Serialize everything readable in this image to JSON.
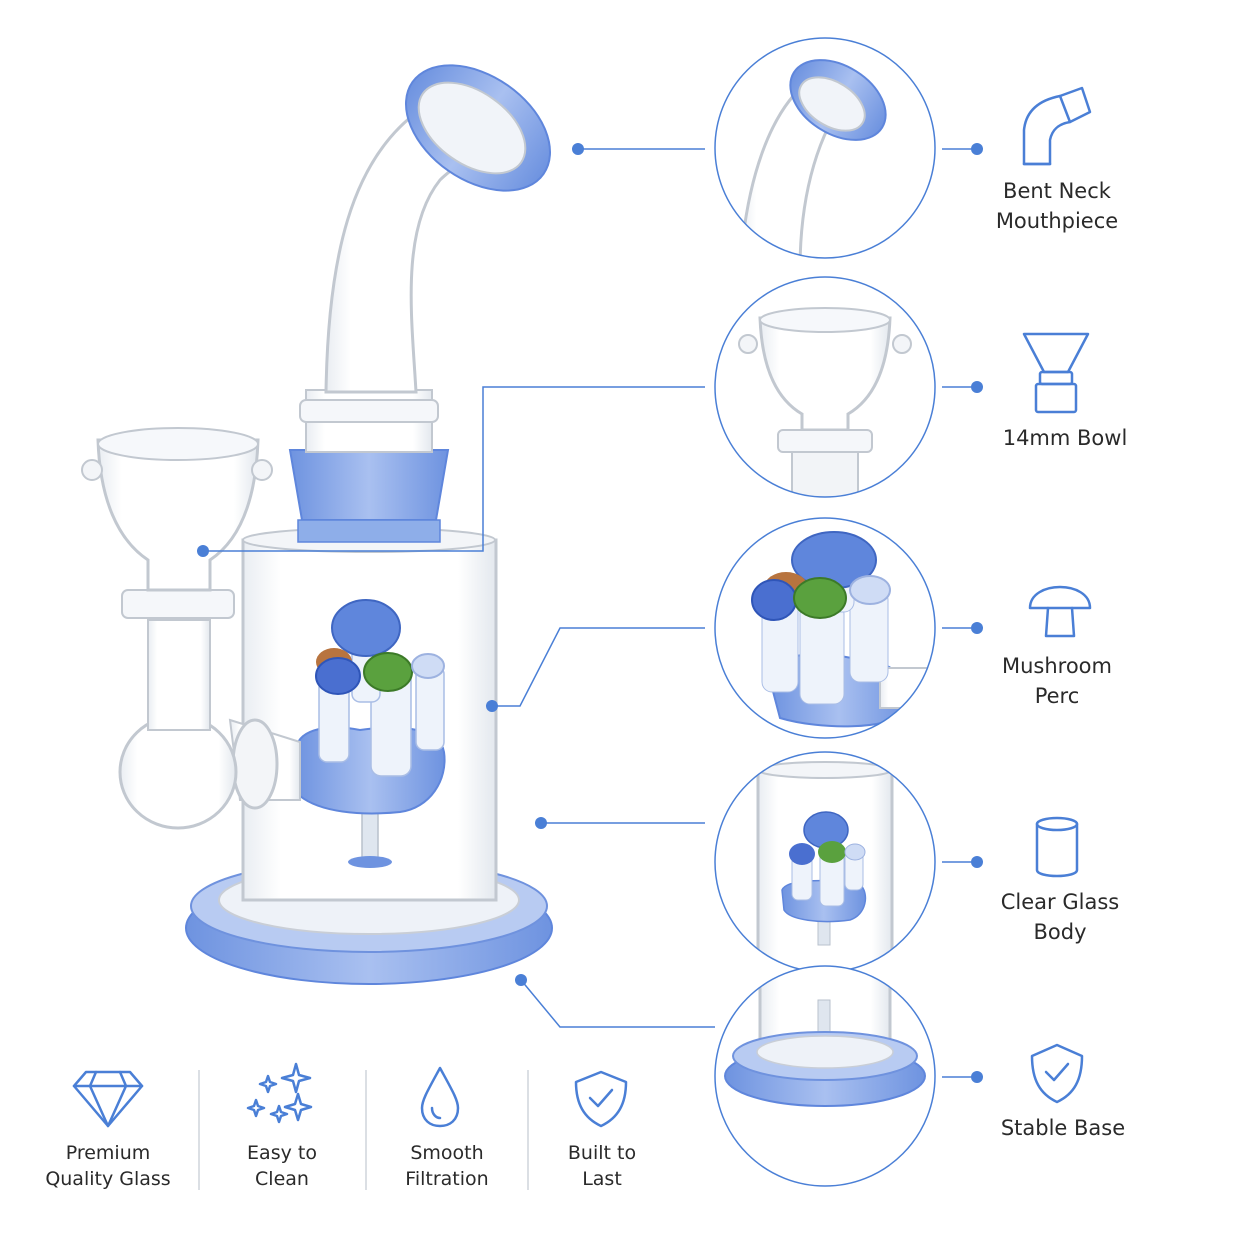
{
  "colors": {
    "accent": "#4a7fd6",
    "glass_blue": "#7fa0e6",
    "glass_blue_dark": "#5f86dc",
    "glass_outline": "#c9ced6",
    "text": "#2a2a2a"
  },
  "callouts": [
    {
      "icon": "bent-neck-icon",
      "line1": "Bent Neck",
      "line2": "Mouthpiece"
    },
    {
      "icon": "bowl-icon",
      "line1": "14mm Bowl",
      "line2": ""
    },
    {
      "icon": "mushroom-icon",
      "line1": "Mushroom",
      "line2": "Perc"
    },
    {
      "icon": "cylinder-icon",
      "line1": "Clear Glass",
      "line2": "Body"
    },
    {
      "icon": "shield-check-icon",
      "line1": "Stable Base",
      "line2": ""
    }
  ],
  "features": [
    {
      "icon": "diamond-icon",
      "line1": "Premium",
      "line2": "Quality Glass"
    },
    {
      "icon": "sparkles-icon",
      "line1": "Easy to",
      "line2": "Clean"
    },
    {
      "icon": "droplet-icon",
      "line1": "Smooth",
      "line2": "Filtration"
    },
    {
      "icon": "shield-check-icon",
      "line1": "Built to",
      "line2": "Last"
    }
  ]
}
